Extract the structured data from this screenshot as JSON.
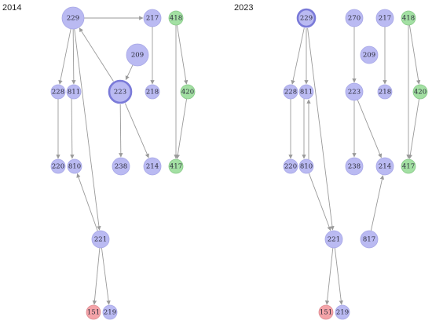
{
  "colors": {
    "blue": "#babaf2",
    "blue_stroke": "#a6a6e6",
    "green": "#a3e0a3",
    "green_stroke": "#86c886",
    "red": "#f4a3a8",
    "red_stroke": "#dd8b91",
    "highlight_ring": "#7a7ad8",
    "edge": "#9a9a9a"
  },
  "panels": [
    {
      "title": "2014",
      "nodes": [
        {
          "id": "229",
          "color": "blue",
          "size": "l"
        },
        {
          "id": "217",
          "color": "blue",
          "size": "m"
        },
        {
          "id": "418",
          "color": "green",
          "size": "s"
        },
        {
          "id": "209",
          "color": "blue",
          "size": "l"
        },
        {
          "id": "228",
          "color": "blue",
          "size": "s"
        },
        {
          "id": "811",
          "color": "blue",
          "size": "s"
        },
        {
          "id": "223",
          "color": "blue",
          "size": "l",
          "highlight": true
        },
        {
          "id": "218",
          "color": "blue",
          "size": "s"
        },
        {
          "id": "420",
          "color": "green",
          "size": "s"
        },
        {
          "id": "220",
          "color": "blue",
          "size": "s"
        },
        {
          "id": "810",
          "color": "blue",
          "size": "s"
        },
        {
          "id": "238",
          "color": "blue",
          "size": "m"
        },
        {
          "id": "214",
          "color": "blue",
          "size": "m"
        },
        {
          "id": "417",
          "color": "green",
          "size": "s"
        },
        {
          "id": "221",
          "color": "blue",
          "size": "m"
        },
        {
          "id": "151",
          "color": "red",
          "size": "s"
        },
        {
          "id": "219",
          "color": "blue",
          "size": "s"
        }
      ],
      "edges": [
        [
          "229",
          "217"
        ],
        [
          "229",
          "228"
        ],
        [
          "229",
          "811"
        ],
        [
          "229",
          "221"
        ],
        [
          "223",
          "229"
        ],
        [
          "209",
          "223"
        ],
        [
          "217",
          "218"
        ],
        [
          "418",
          "420"
        ],
        [
          "418",
          "417"
        ],
        [
          "420",
          "417"
        ],
        [
          "228",
          "220"
        ],
        [
          "811",
          "810"
        ],
        [
          "223",
          "238"
        ],
        [
          "223",
          "214"
        ],
        [
          "221",
          "810"
        ],
        [
          "221",
          "151"
        ],
        [
          "221",
          "219"
        ]
      ]
    },
    {
      "title": "2023",
      "nodes": [
        {
          "id": "229",
          "color": "blue",
          "size": "m",
          "highlight": true
        },
        {
          "id": "270",
          "color": "blue",
          "size": "m"
        },
        {
          "id": "217",
          "color": "blue",
          "size": "m"
        },
        {
          "id": "418",
          "color": "green",
          "size": "s"
        },
        {
          "id": "209",
          "color": "blue",
          "size": "m"
        },
        {
          "id": "228",
          "color": "blue",
          "size": "s"
        },
        {
          "id": "811",
          "color": "blue",
          "size": "s"
        },
        {
          "id": "223",
          "color": "blue",
          "size": "m"
        },
        {
          "id": "218",
          "color": "blue",
          "size": "s"
        },
        {
          "id": "420",
          "color": "green",
          "size": "s"
        },
        {
          "id": "220",
          "color": "blue",
          "size": "s"
        },
        {
          "id": "810",
          "color": "blue",
          "size": "s"
        },
        {
          "id": "238",
          "color": "blue",
          "size": "m"
        },
        {
          "id": "214",
          "color": "blue",
          "size": "m"
        },
        {
          "id": "417",
          "color": "green",
          "size": "s"
        },
        {
          "id": "221",
          "color": "blue",
          "size": "m"
        },
        {
          "id": "817",
          "color": "blue",
          "size": "m"
        },
        {
          "id": "151",
          "color": "red",
          "size": "s"
        },
        {
          "id": "219",
          "color": "blue",
          "size": "s"
        }
      ],
      "edges": [
        [
          "229",
          "228"
        ],
        [
          "229",
          "811"
        ],
        [
          "229",
          "221"
        ],
        [
          "270",
          "223"
        ],
        [
          "217",
          "218"
        ],
        [
          "418",
          "420"
        ],
        [
          "418",
          "417"
        ],
        [
          "420",
          "417"
        ],
        [
          "228",
          "220"
        ],
        [
          "811",
          "810"
        ],
        [
          "810",
          "811"
        ],
        [
          "223",
          "238"
        ],
        [
          "223",
          "214"
        ],
        [
          "810",
          "221"
        ],
        [
          "817",
          "214"
        ],
        [
          "221",
          "151"
        ],
        [
          "221",
          "219"
        ]
      ]
    }
  ]
}
